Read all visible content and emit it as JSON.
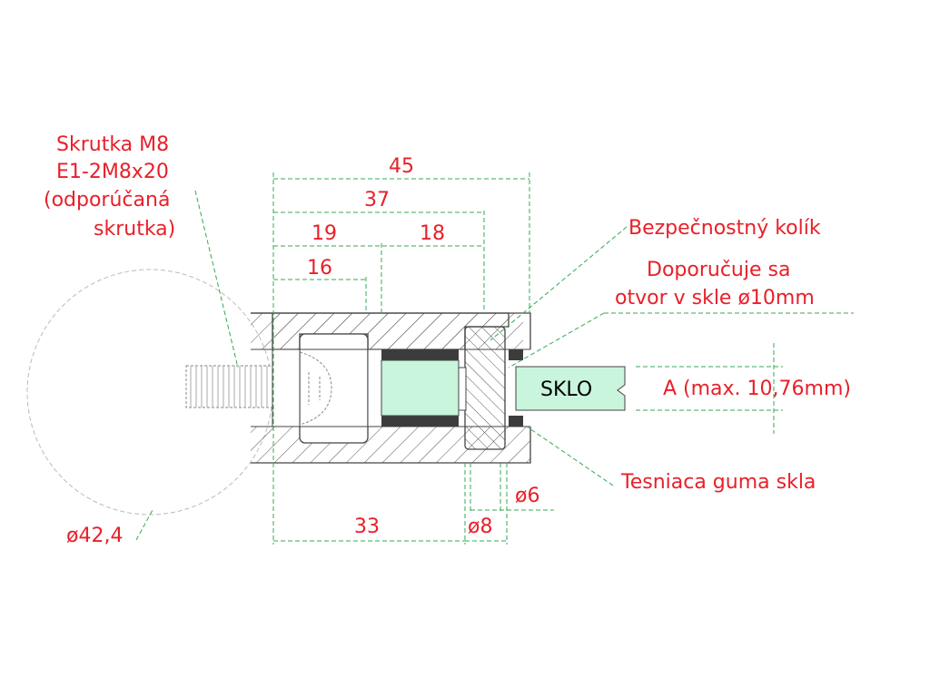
{
  "labels": {
    "screw_line1": "Skrutka M8",
    "screw_line2": "E1-2M8x20",
    "screw_line3": "(odporúčaná",
    "screw_line4": "skrutka)",
    "safety_pin": "Bezpečnostný kolík",
    "hole_line1": "Doporučuje sa",
    "hole_line2": "otvor v skle ø10mm",
    "gasket": "Tesniaca guma skla",
    "glass": "SKLO",
    "thickness": "A (max. 10,76mm)",
    "tube_diameter": "ø42,4"
  },
  "dimensions": {
    "d45": "45",
    "d37": "37",
    "d19": "19",
    "d18": "18",
    "d16": "16",
    "d33": "33",
    "d8": "ø8",
    "d6": "ø6"
  },
  "colors": {
    "annotation": "#e8202a",
    "dimension_line": "#34a853",
    "glass_fill": "#c8f5dc",
    "gasket_fill": "#3c3c3c",
    "outline": "#444444"
  }
}
